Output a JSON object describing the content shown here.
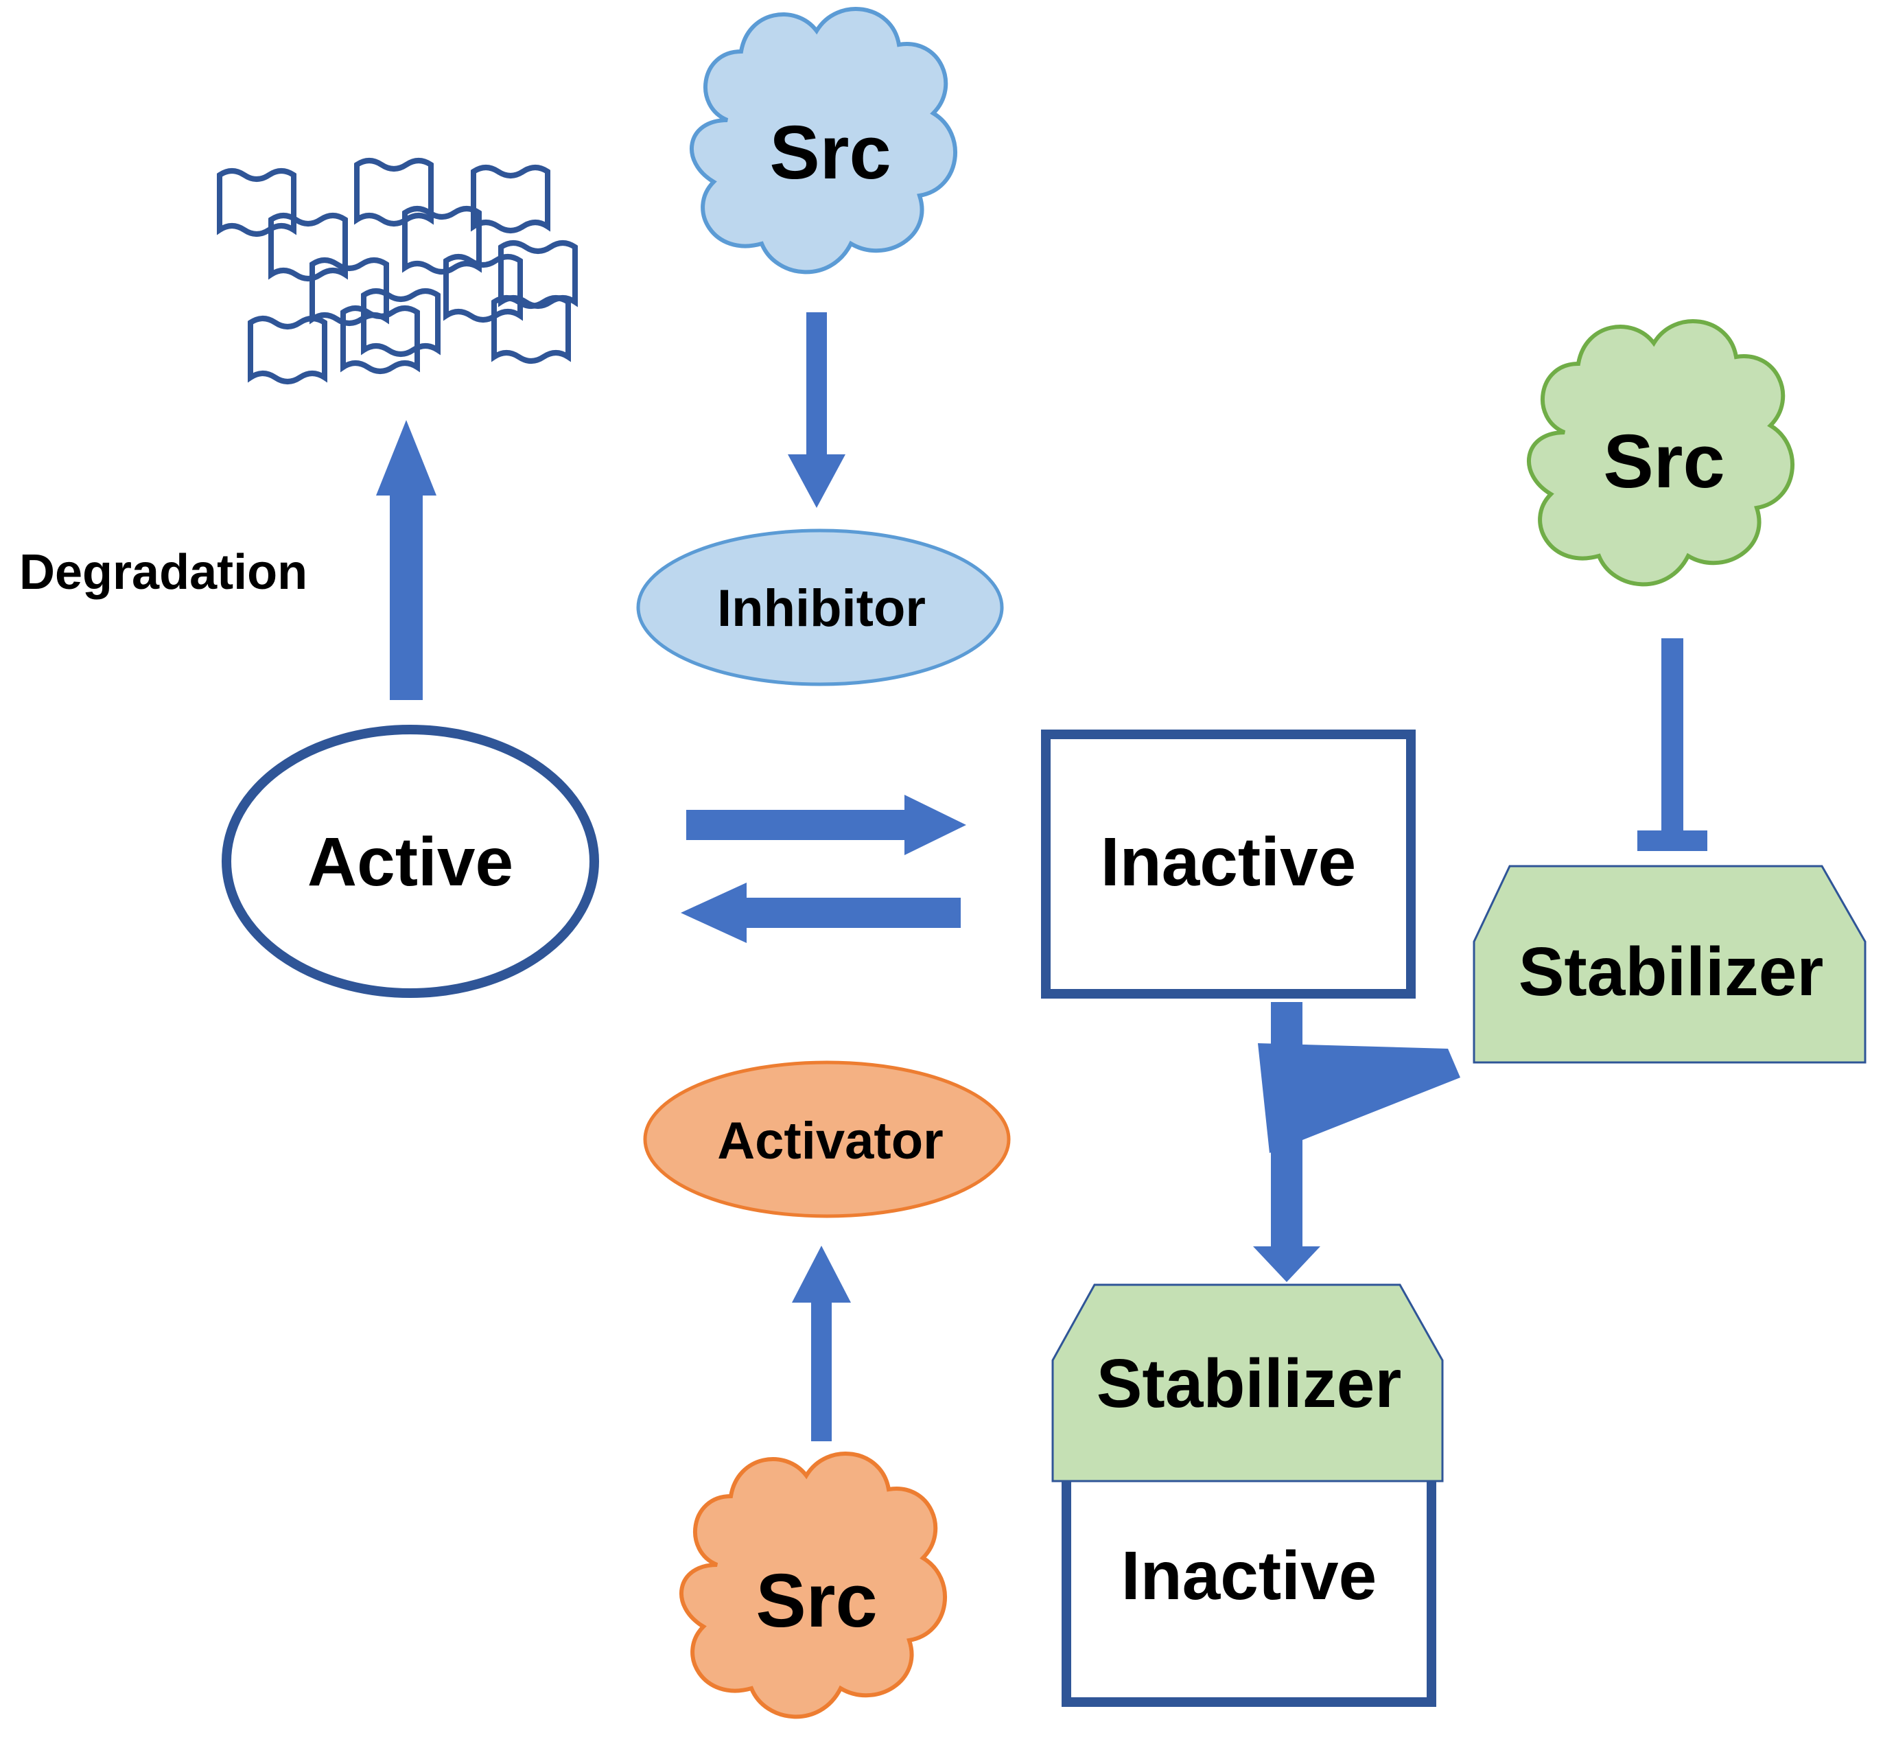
{
  "colors": {
    "blue": "#4472C4",
    "dark_blue": "#2F5597",
    "light_blue_fill": "#BDD7EE",
    "light_green_fill": "#C5E0B4",
    "orange_fill": "#F4B183",
    "cloud_outline_blue": "#5B9BD5",
    "cloud_outline_green": "#70AD47",
    "cloud_outline_orange": "#ED7D31"
  },
  "nodes": {
    "src_blue": "Src",
    "src_green": "Src",
    "src_orange": "Src",
    "inhibitor": "Inhibitor",
    "activator": "Activator",
    "active": "Active",
    "inactive": "Inactive",
    "stabilizer_right": "Stabilizer",
    "stabilizer_bottom": "Stabilizer",
    "inactive_bottom": "Inactive"
  },
  "labels": {
    "degradation": "Degradation"
  },
  "icons": {
    "degraded_fragments": "degraded-protein-fragments-icon"
  }
}
